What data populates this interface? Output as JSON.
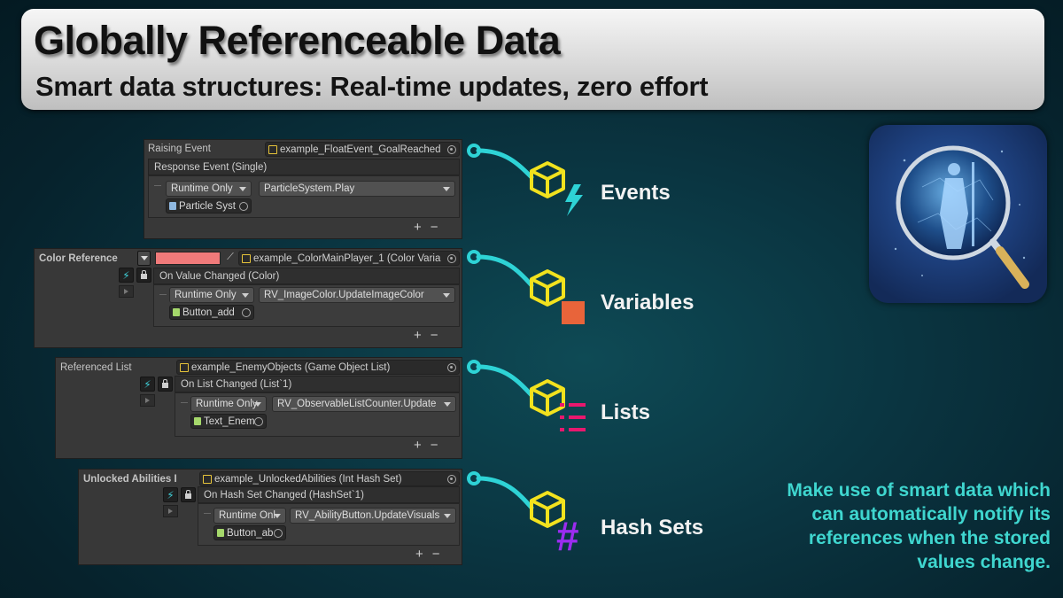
{
  "banner": {
    "title": "Globally Referenceable Data",
    "subtitle": "Smart data structures: Real-time updates, zero effort"
  },
  "panels": {
    "events": {
      "label": "Raising Event",
      "object": "example_FloatEvent_GoalReached",
      "response_header": "Response Event (Single)",
      "runtime": "Runtime Only",
      "function": "ParticleSystem.Play",
      "target": "Particle Syst"
    },
    "variables": {
      "label": "Color Reference",
      "swatch_color": "#f07a7a",
      "object": "example_ColorMainPlayer_1 (Color Varia",
      "response_header": "On Value Changed (Color)",
      "runtime": "Runtime Only",
      "function": "RV_ImageColor.UpdateImageColor",
      "target": "Button_add"
    },
    "lists": {
      "label": "Referenced List",
      "object": "example_EnemyObjects (Game Object List)",
      "response_header": "On List Changed (List`1)",
      "runtime": "Runtime Only",
      "function": "RV_ObservableListCounter.Update",
      "target": "Text_Enem"
    },
    "hashsets": {
      "label": "Unlocked Abilities I",
      "object": "example_UnlockedAbilities (Int Hash Set)",
      "response_header": "On Hash Set Changed (HashSet`1)",
      "runtime": "Runtime Onl",
      "function": "RV_AbilityButton.UpdateVisuals",
      "target": "Button_ab"
    }
  },
  "plus": "+",
  "minus": "−",
  "features": {
    "events": "Events",
    "variables": "Variables",
    "lists": "Lists",
    "hashsets": "Hash Sets",
    "hash_symbol": "#"
  },
  "colors": {
    "accent_cyan": "#2ed3d6",
    "cube_yellow": "#f2e21e",
    "variables_square": "#e8643a",
    "lists_pink": "#e8186e",
    "hash_purple": "#9b2cf0"
  },
  "note": "Make use of smart data which can automatically notify its references when the stored values change."
}
